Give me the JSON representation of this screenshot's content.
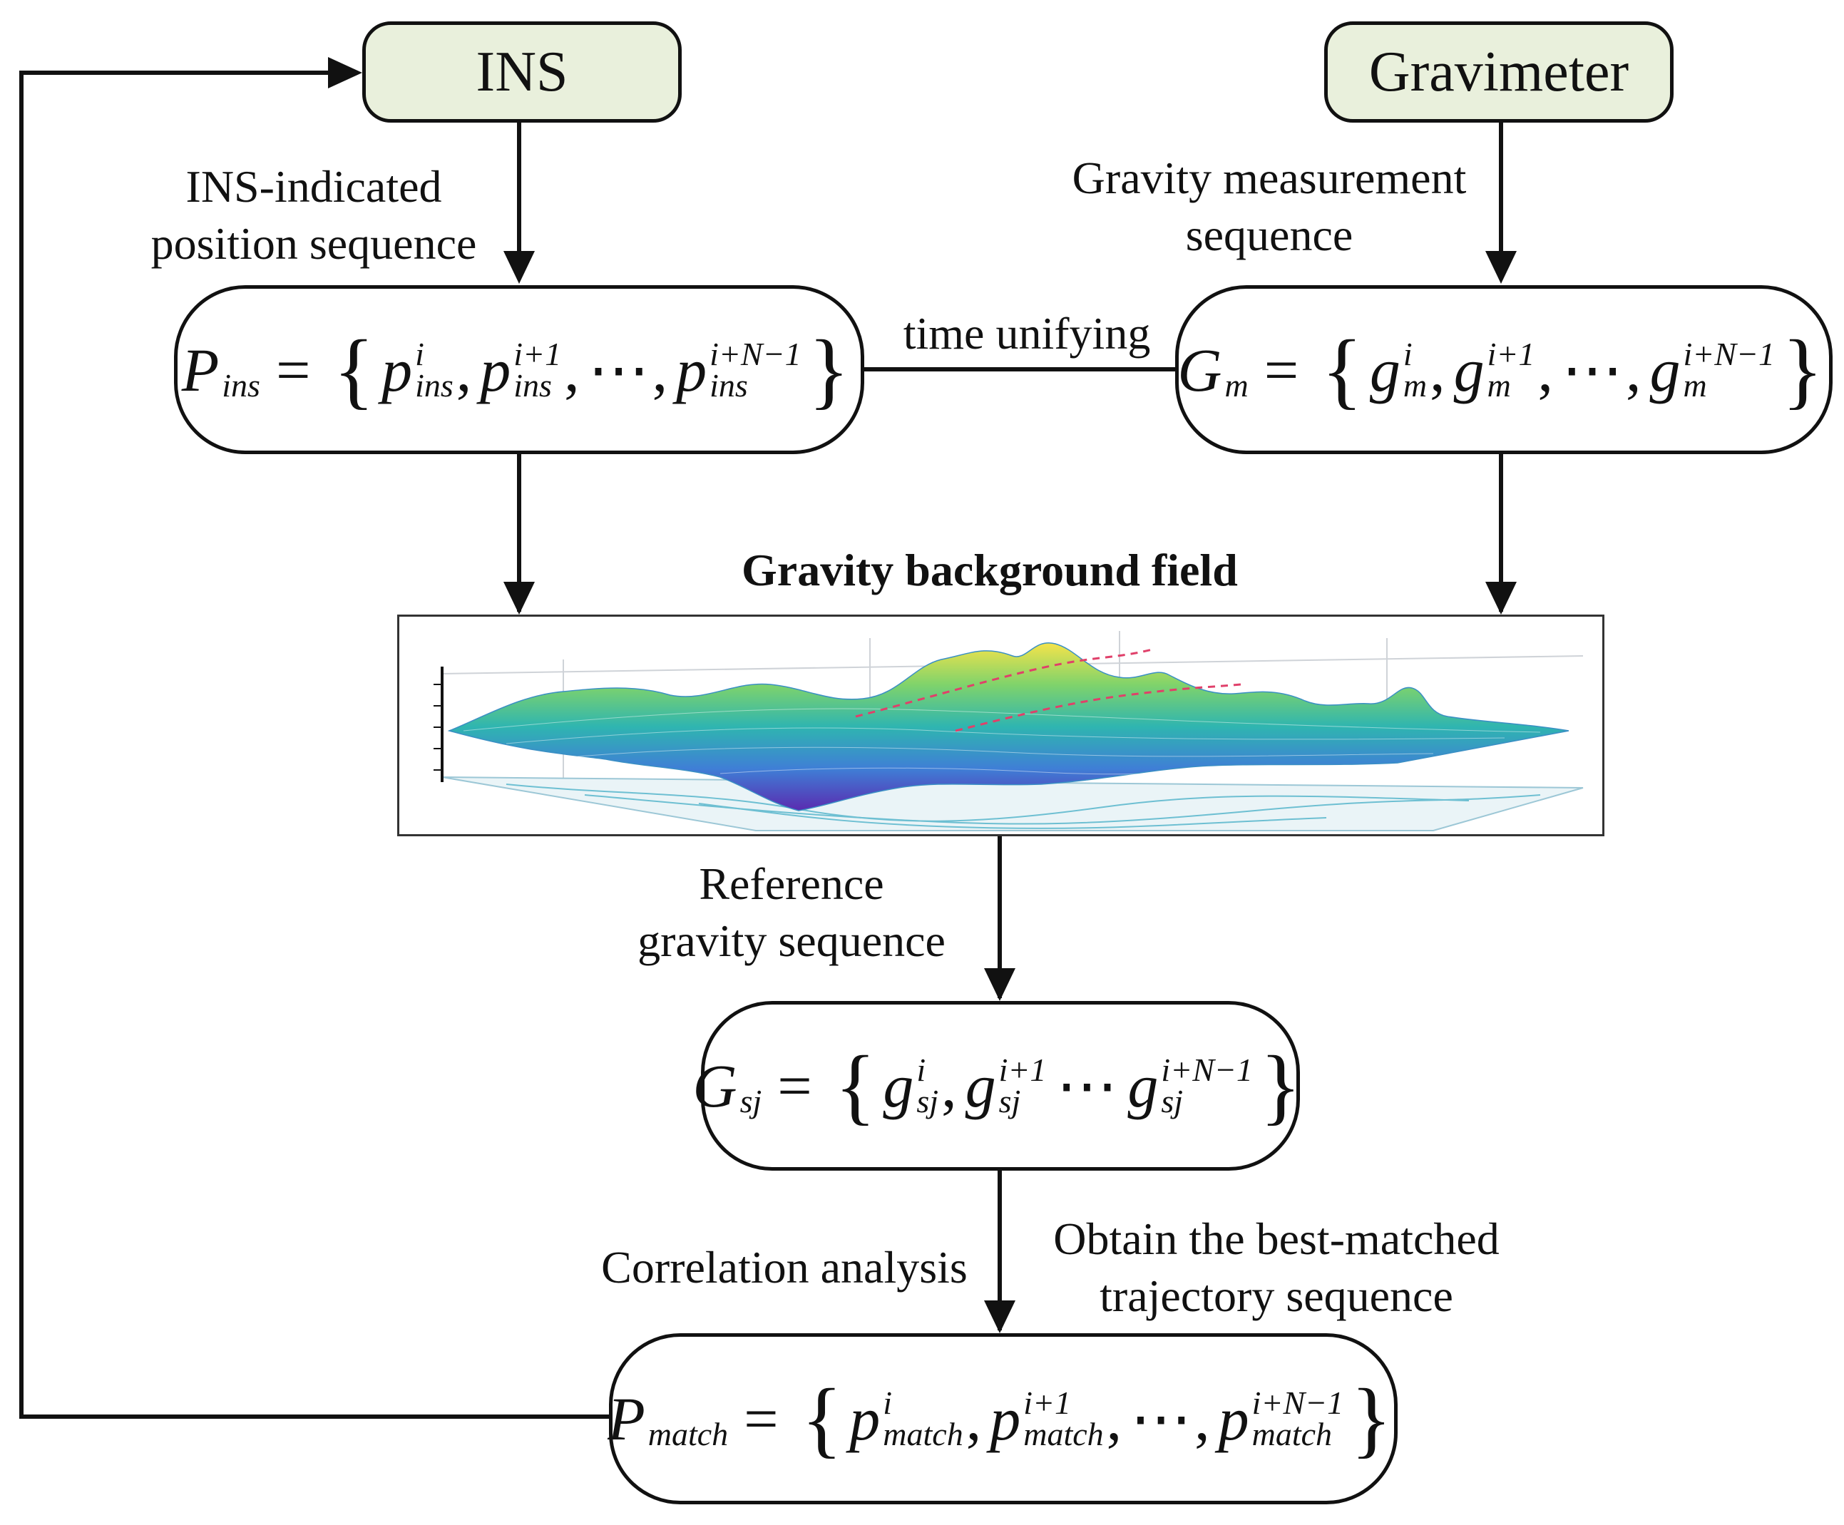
{
  "nodes": {
    "ins": {
      "label": "INS"
    },
    "gravimeter": {
      "label": "Gravimeter"
    },
    "p_ins": {
      "symbol": "P",
      "sub": "ins",
      "elem": "p",
      "sup_first": "i",
      "sup_second": "i+1",
      "sup_last": "i+N−1"
    },
    "g_m": {
      "symbol": "G",
      "sub": "m",
      "elem": "g",
      "sup_first": "i",
      "sup_second": "i+1",
      "sup_last": "i+N−1"
    },
    "g_sj": {
      "symbol": "G",
      "sub": "sj",
      "elem": "g",
      "sup_first": "i",
      "sup_second": "i+1",
      "sup_last": "i+N−1"
    },
    "p_match": {
      "symbol": "P",
      "sub": "match",
      "elem": "p",
      "sup_first": "i",
      "sup_second": "i+1",
      "sup_last": "i+N−1"
    }
  },
  "symbols": {
    "equals": "=",
    "brace_open": "{",
    "brace_close": "}",
    "comma": ",",
    "ellipsis": "⋯"
  },
  "labels": {
    "ins_seq_line1": "INS-indicated",
    "ins_seq_line2": "position sequence",
    "grav_seq_line1": "Gravity measurement",
    "grav_seq_line2": "sequence",
    "time_unifying": "time unifying",
    "field_title": "Gravity background field",
    "ref_line1": "Reference",
    "ref_line2": "gravity sequence",
    "correlation": "Correlation analysis",
    "best_line1": "Obtain the best-matched",
    "best_line2": "trajectory sequence"
  },
  "colors": {
    "source_fill": "#e9f0dc",
    "stroke": "#111111"
  }
}
